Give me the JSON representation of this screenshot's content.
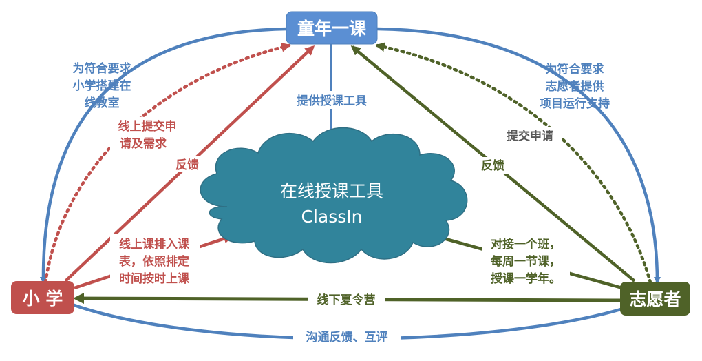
{
  "nodes": {
    "top": {
      "label": "童年一课",
      "color": "#5b8fd3"
    },
    "left": {
      "label": "小 学",
      "color": "#c0504d"
    },
    "right": {
      "label": "志愿者",
      "color": "#4f6228"
    },
    "cloud": {
      "line1": "在线授课工具",
      "line2": "ClassIn",
      "color": "#31849b"
    }
  },
  "labels": {
    "top_to_left_1": "为符合要求",
    "top_to_left_2": "小学搭建在",
    "top_to_left_3": "线教室",
    "left_submit_1": "线上提交申",
    "left_submit_2": "请及需求",
    "left_feedback": "反馈",
    "top_to_cloud": "提供授课工具",
    "left_class_1": "线上课排入课",
    "left_class_2": "表，依照排定",
    "left_class_3": "时间按时上课",
    "top_to_right_1": "为符合要求",
    "top_to_right_2": "志愿者提供",
    "top_to_right_3": "项目运行支持",
    "right_submit": "提交申请",
    "right_feedback": "反馈",
    "right_class_1": "对接一个班，",
    "right_class_2": "每周一节课，",
    "right_class_3": "授课一学年。",
    "summer_camp": "线下夏令营",
    "communication": "沟通反馈、互评"
  },
  "colors": {
    "blue_line": "#4f81bd",
    "red_line": "#c0504d",
    "green_line": "#4f6228",
    "blue_text": "#4f81bd",
    "red_text": "#c0504d",
    "green_text": "#4f6228",
    "gray_text": "#595959"
  }
}
